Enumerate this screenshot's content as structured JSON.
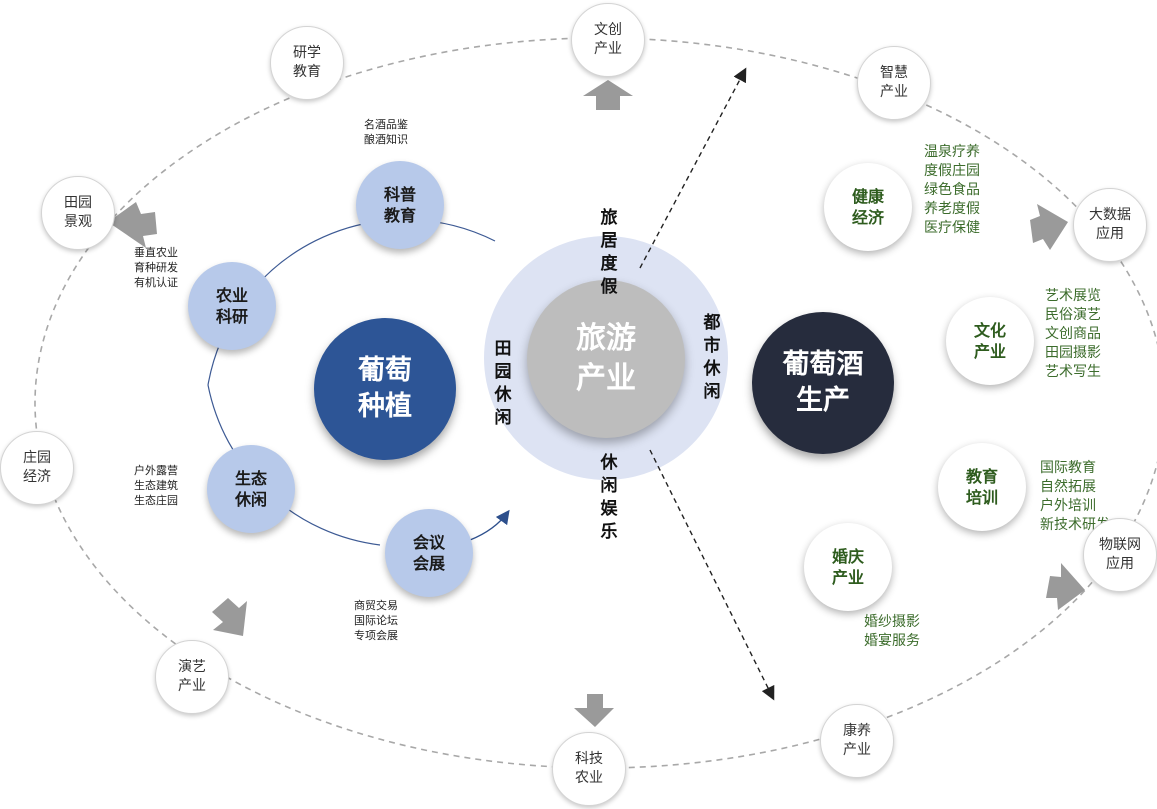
{
  "center": {
    "title": "旅游\n产业",
    "top_label": "旅\n居\n度\n假",
    "left_label": "田\n园\n休\n闲",
    "right_label": "都\n市\n休\n闲",
    "bottom_label": "休\n闲\n娱\n乐"
  },
  "left_core": {
    "title": "葡萄\n种植"
  },
  "right_core": {
    "title": "葡萄酒\n生产"
  },
  "left_nodes": [
    {
      "label": "科普\n教育",
      "desc": "名酒品鉴\n酿酒知识"
    },
    {
      "label": "农业\n科研",
      "desc": "垂直农业\n育种研发\n有机认证"
    },
    {
      "label": "生态\n休闲",
      "desc": "户外露营\n生态建筑\n生态庄园"
    },
    {
      "label": "会议\n会展",
      "desc": "商贸交易\n国际论坛\n专项会展"
    }
  ],
  "right_nodes": [
    {
      "label": "健康\n经济",
      "desc": "温泉疗养\n度假庄园\n绿色食品\n养老度假\n医疗保健"
    },
    {
      "label": "文化\n产业",
      "desc": "艺术展览\n民俗演艺\n文创商品\n田园摄影\n艺术写生"
    },
    {
      "label": "教育\n培训",
      "desc": "国际教育\n自然拓展\n户外培训\n新技术研发"
    },
    {
      "label": "婚庆\n产业",
      "desc": "婚纱摄影\n婚宴服务"
    }
  ],
  "outer_nodes": [
    {
      "label": "文创\n产业"
    },
    {
      "label": "研学\n教育"
    },
    {
      "label": "智慧\n产业"
    },
    {
      "label": "田园\n景观"
    },
    {
      "label": "大数据\n应用"
    },
    {
      "label": "庄园\n经济"
    },
    {
      "label": "物联网\n应用"
    },
    {
      "label": "演艺\n产业"
    },
    {
      "label": "康养\n产业"
    },
    {
      "label": "科技\n农业"
    }
  ],
  "colors": {
    "left_core": "#2d5596",
    "right_core": "#262c3d",
    "center": "#bdbdbd",
    "halo": "#dde3f3",
    "small_blue": "#b7c9ea",
    "green_text": "#3c6c2c",
    "arrow": "#9a9a9a"
  }
}
